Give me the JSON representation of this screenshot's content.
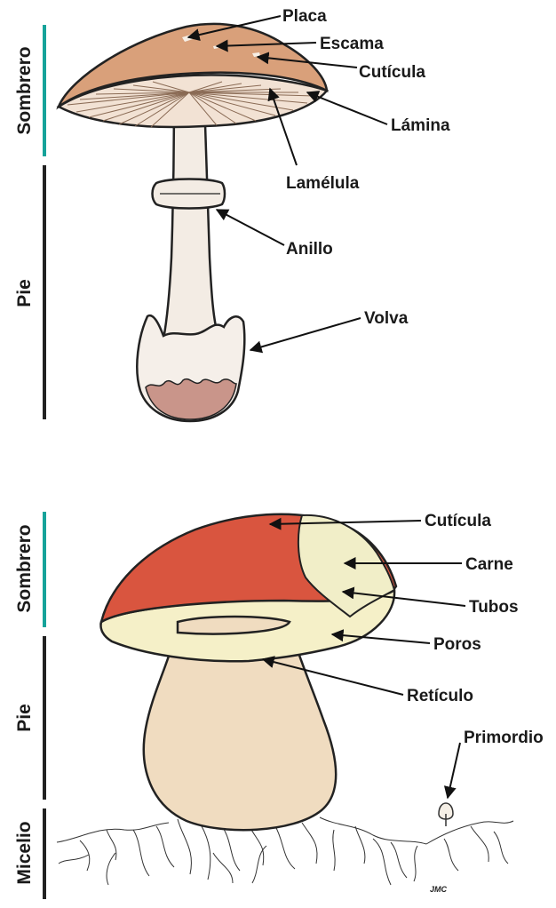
{
  "colors": {
    "teal_bar": "#16a39a",
    "dark_bar": "#222222",
    "cap_top": "#d9a07a",
    "gills": "#f2e2d4",
    "stem": "#f3ece4",
    "volva_base": "#c9958a",
    "bolete_cap": "#d9553f",
    "flesh": "#f1eec8",
    "bolete_stem": "#f0dcc0"
  },
  "mushroom_1": {
    "side_labels": {
      "cap": "Sombrero",
      "stem": "Pie"
    },
    "parts": {
      "placa": "Placa",
      "escama": "Escama",
      "cuticula": "Cutícula",
      "lamina": "Lámina",
      "lamelula": "Lamélula",
      "anillo": "Anillo",
      "volva": "Volva"
    }
  },
  "mushroom_2": {
    "side_labels": {
      "cap": "Sombrero",
      "stem": "Pie",
      "mycelium": "Micelio"
    },
    "parts": {
      "cuticula": "Cutícula",
      "carne": "Carne",
      "tubos": "Tubos",
      "poros": "Poros",
      "reticulo": "Retículo",
      "primordio": "Primordio"
    }
  },
  "signature": "JMC"
}
